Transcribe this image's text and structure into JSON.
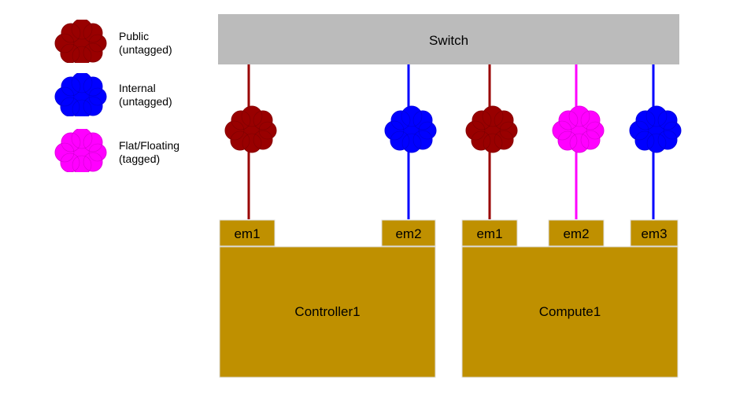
{
  "legend": [
    {
      "name": "Public",
      "tag": "(untagged)",
      "color": "#990000"
    },
    {
      "name": "Internal",
      "tag": "(untagged)",
      "color": "#0000ff"
    },
    {
      "name": "Flat/Floating",
      "tag": "(tagged)",
      "color": "#ff00ff"
    }
  ],
  "switch": {
    "label": "Switch",
    "color": "#bbbbbb"
  },
  "hosts": [
    {
      "label": "Controller1",
      "color": "#bf9000"
    },
    {
      "label": "Compute1",
      "color": "#bf9000"
    }
  ],
  "ports": [
    {
      "label": "em1",
      "host": 0,
      "network": 0
    },
    {
      "label": "em2",
      "host": 0,
      "network": 1
    },
    {
      "label": "em1",
      "host": 1,
      "network": 0
    },
    {
      "label": "em2",
      "host": 1,
      "network": 2
    },
    {
      "label": "em3",
      "host": 1,
      "network": 1
    }
  ]
}
